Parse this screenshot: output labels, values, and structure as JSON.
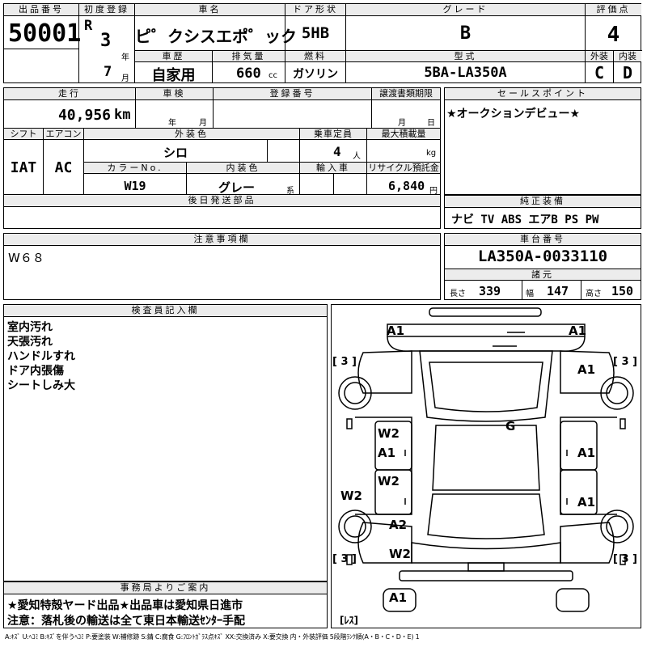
{
  "lot": {
    "label": "出品番号",
    "value": "50001"
  },
  "reg": {
    "label": "初度登録",
    "era": "R",
    "year": "3",
    "year_unit": "年",
    "month": "7",
    "month_unit": "月"
  },
  "car_name": {
    "label": "車名",
    "value": "ピ゜クシスエポ゜ック"
  },
  "door": {
    "label": "ドア形状",
    "value": "5HB"
  },
  "grade": {
    "label": "グレード",
    "value": "B"
  },
  "score": {
    "label": "評価点",
    "value": "4"
  },
  "history": {
    "label": "車歴",
    "value": "自家用"
  },
  "displacement": {
    "label": "排気量",
    "value": "660",
    "unit": "cc"
  },
  "fuel": {
    "label": "燃料",
    "value": "ガソリン"
  },
  "model": {
    "label": "型式",
    "value": "5BA-LA350A"
  },
  "exterior": {
    "label": "外装",
    "value": "C"
  },
  "interior": {
    "label": "内装",
    "value": "D"
  },
  "mileage": {
    "label": "走行",
    "value": "40,956",
    "unit": "km"
  },
  "inspection": {
    "label": "車検",
    "year_unit": "年",
    "month_unit": "月"
  },
  "regno": {
    "label": "登録番号"
  },
  "transfer": {
    "label": "譲渡書類期限",
    "month_unit": "月",
    "day_unit": "日"
  },
  "sales": {
    "label": "セールスポイント",
    "text": "★オークションデビュー★"
  },
  "shift": {
    "label": "シフト",
    "value": "IAT"
  },
  "aircon": {
    "label": "エアコン",
    "value": "AC"
  },
  "ext_color": {
    "label": "外装色",
    "value": "シロ"
  },
  "capacity": {
    "label": "乗車定員",
    "value": "4",
    "unit": "人"
  },
  "max_load": {
    "label": "最大積載量",
    "unit": "kg"
  },
  "color_no": {
    "label": "カラーNo.",
    "value": "W19"
  },
  "int_color": {
    "label": "内装色",
    "value": "グレー",
    "suffix": "系"
  },
  "import": {
    "label": "輸入車"
  },
  "recycle": {
    "label": "リサイクル預託金",
    "value": "6,840",
    "unit": "円"
  },
  "later_parts": {
    "label": "後日発送部品"
  },
  "equipment": {
    "label": "純正装備",
    "value": "ナビ TV ABS エアB PS PW"
  },
  "notes": {
    "label": "注意事項欄",
    "value": "W６８"
  },
  "chassis": {
    "label": "車台番号",
    "value": "LA350A-0033110"
  },
  "specs": {
    "label": "諸元",
    "length_label": "長さ",
    "length": "339",
    "width_label": "幅",
    "width": "147",
    "height_label": "高さ",
    "height": "150"
  },
  "inspector": {
    "label": "検査員記入欄",
    "lines": [
      "室内汚れ",
      "天張汚れ",
      "ハンドルすれ",
      "ドア内張傷",
      "シートしみ大"
    ]
  },
  "office": {
    "label": "事務局よりご案内",
    "lines": [
      "★愛知特殻ヤード出品★出品車は愛知県日進市",
      "注意：落札後の輸送は全て東日本輸送ｾﾝﾀｰ手配"
    ]
  },
  "diagram_marks": [
    "A1",
    "A1",
    "A1",
    "W2",
    "A1",
    "A1",
    "W2",
    "W2",
    "A1",
    "A2",
    "W2",
    "A1",
    "G"
  ],
  "tires": [
    "[ 3 ]",
    "[ 3 ]",
    "[ 3 ]",
    "[ 3 ]",
    "[ﾚｽ]"
  ],
  "legend": "A:ｷｽﾞ U:ﾍｺﾐ B:ｷｽﾞを伴うﾍｺﾐ P:要塗装 W:補修跡 S:錆 C:腐食 G:ﾌﾛﾝﾄｶﾞﾗｽ点ｷｽﾞ XX:交換済み X:要交換 内・外装評価 5段階ﾗﾝｸ順(A・B・C・D・E) 1"
}
